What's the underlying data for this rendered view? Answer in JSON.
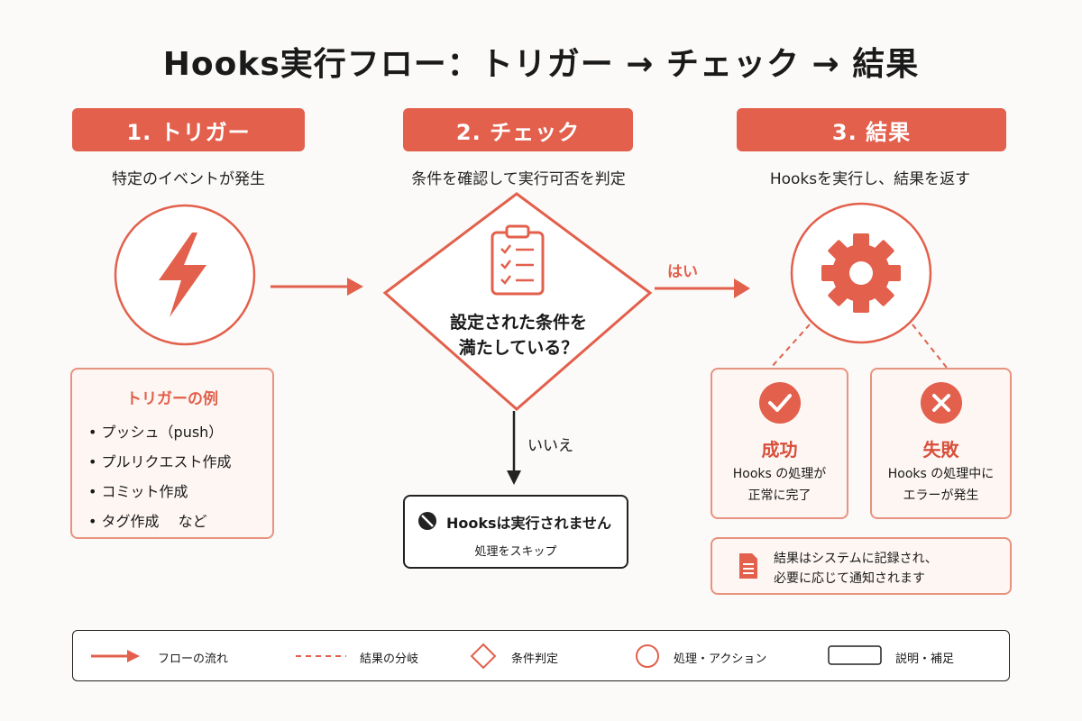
{
  "title": "Hooks実行フロー：トリガー → チェック → 結果",
  "steps": [
    {
      "header": "1. トリガー",
      "desc": "特定のイベントが発生"
    },
    {
      "header": "2. チェック",
      "desc": "条件を確認して実行可否を判定"
    },
    {
      "header": "3. 結果",
      "desc": "Hooksを実行し、結果を返す"
    }
  ],
  "examples": {
    "title": "トリガーの例",
    "items": [
      "プッシュ（push）",
      "プルリクエスト作成",
      "コミット作成",
      "タグ作成　 など"
    ]
  },
  "decision": {
    "line1": "設定された条件を",
    "line2": "満たしている？"
  },
  "branch": {
    "yes": "はい",
    "no": "いいえ"
  },
  "skip": {
    "title": "Hooksは実行されません",
    "desc": "処理をスキップ"
  },
  "results": {
    "success": {
      "label": "成功",
      "line1": "Hooks の処理が",
      "line2": "正常に完了"
    },
    "failure": {
      "label": "失敗",
      "line1": "Hooks の処理中に",
      "line2": "エラーが発生"
    }
  },
  "note": {
    "line1": "結果はシステムに記録され、",
    "line2": "必要に応じて通知されます"
  },
  "legend": {
    "flow": "フローの流れ",
    "branch": "結果の分岐",
    "decision": "条件判定",
    "action": "処理・アクション",
    "note": "説明・補足"
  },
  "colors": {
    "accent": "#e2604c",
    "border": "#e8937f",
    "card_bg": "#fdf6f3",
    "dark": "#222222"
  },
  "icons": [
    "lightning-icon",
    "clipboard-checklist-icon",
    "gear-icon",
    "check-circle-icon",
    "x-circle-icon",
    "document-icon",
    "no-entry-icon"
  ]
}
